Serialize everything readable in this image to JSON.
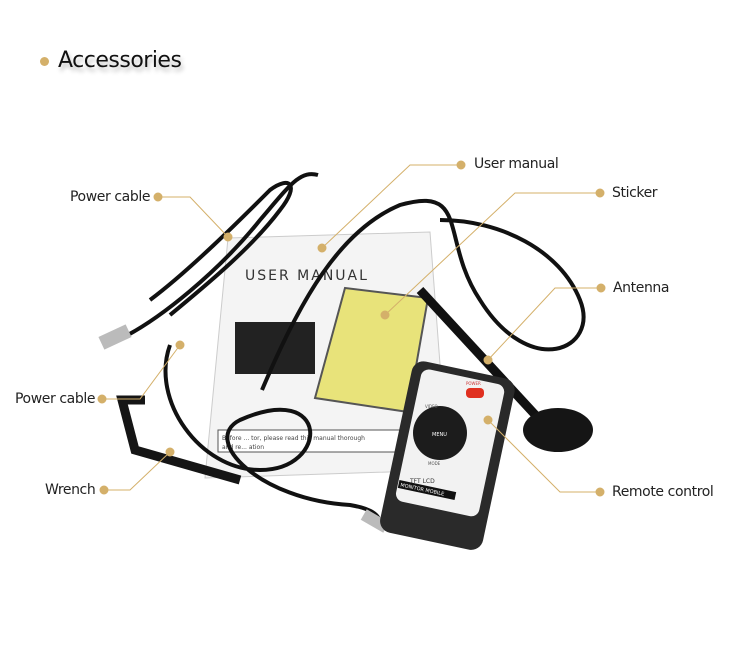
{
  "title": "Accessories",
  "accent_color": "#d4b06a",
  "labels": {
    "user_manual": "User manual",
    "sticker": "Sticker",
    "antenna": "Antenna",
    "remote_control": "Remote control",
    "power_cable_1": "Power cable",
    "power_cable_2": "Power cable",
    "wrench": "Wrench"
  },
  "manual": {
    "heading": "USER MANUAL",
    "note_line1": "Before ... tor, please read this manual thorough",
    "note_line2": "and re... ation"
  },
  "remote": {
    "power": "POWER",
    "video": "VIDEO",
    "menu": "MENU",
    "mode": "MODE",
    "model": "TFT LCD",
    "brand": "MONITOR MOBILE"
  }
}
